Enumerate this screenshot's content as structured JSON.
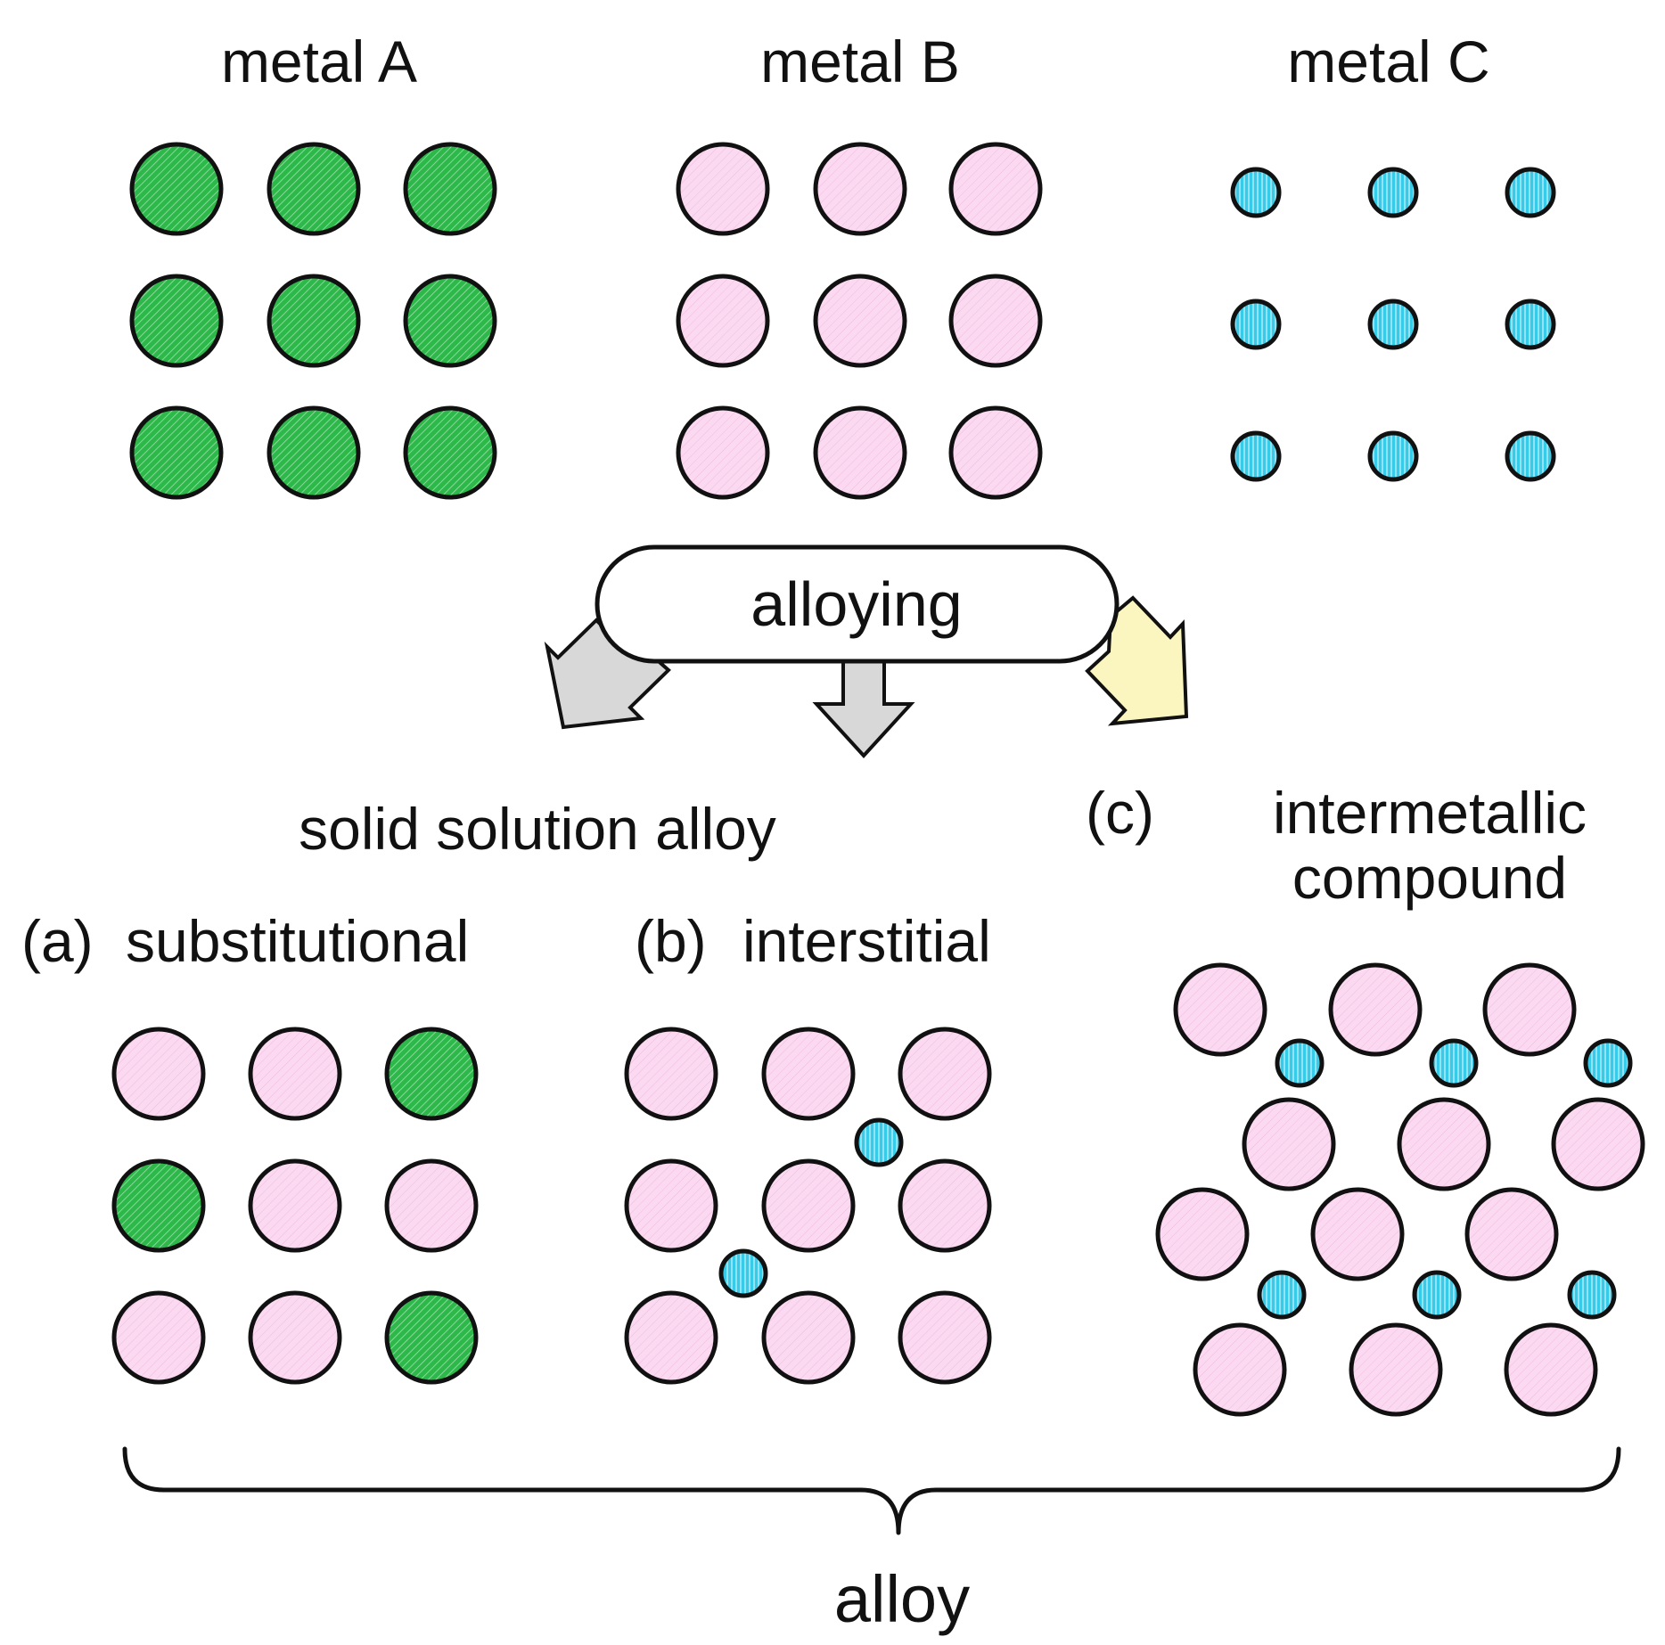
{
  "labels": {
    "metal_a": "metal A",
    "metal_b": "metal B",
    "metal_c": "metal C",
    "alloying": "alloying",
    "solid_solution_alloy": "solid solution alloy",
    "a_marker": "(a)",
    "substitutional": "substitutional",
    "b_marker": "(b)",
    "interstitial": "interstitial",
    "c_marker": "(c)",
    "intermetallic_line1": "intermetallic",
    "intermetallic_line2": "compound",
    "alloy": "alloy"
  },
  "atom_colors": {
    "metal_a": "#2db84a",
    "metal_b": "#fbd9f1",
    "metal_c": "#37cbea"
  },
  "arrow_colors": {
    "solid_solution": "#d8d8d8",
    "intermetallic": "#fbf6c0"
  },
  "substitutional_pattern": [
    [
      "B",
      "B",
      "A"
    ],
    [
      "A",
      "B",
      "B"
    ],
    [
      "B",
      "B",
      "A"
    ]
  ]
}
